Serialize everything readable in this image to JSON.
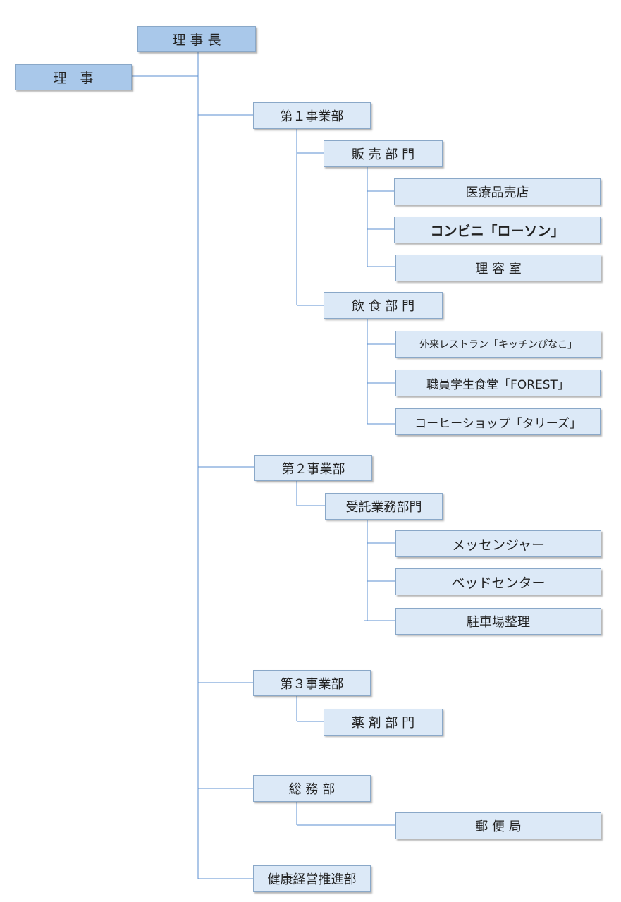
{
  "chairman": "理 事 長",
  "director": "理　事",
  "division1": {
    "name": "第１事業部",
    "sales": {
      "name": "販 売 部 門",
      "items": [
        "医療品売店",
        "コンビニ「ローソン」",
        "理 容 室"
      ]
    },
    "food": {
      "name": "飲 食 部 門",
      "items": [
        "外来レストラン「キッチンぴなこ」",
        "職員学生食堂「FOREST」",
        "コーヒーショップ「タリーズ」"
      ]
    }
  },
  "division2": {
    "name": "第２事業部",
    "contract": {
      "name": "受託業務部門",
      "items": [
        "メッセンジャー",
        "ベッドセンター",
        "駐車場整理"
      ]
    }
  },
  "division3": {
    "name": "第３事業部",
    "pharma": {
      "name": "薬 剤 部 門"
    }
  },
  "general_affairs": {
    "name": "総 務 部",
    "post_office": "郵 便 局"
  },
  "health_management": {
    "name": "健康経営推進部"
  }
}
